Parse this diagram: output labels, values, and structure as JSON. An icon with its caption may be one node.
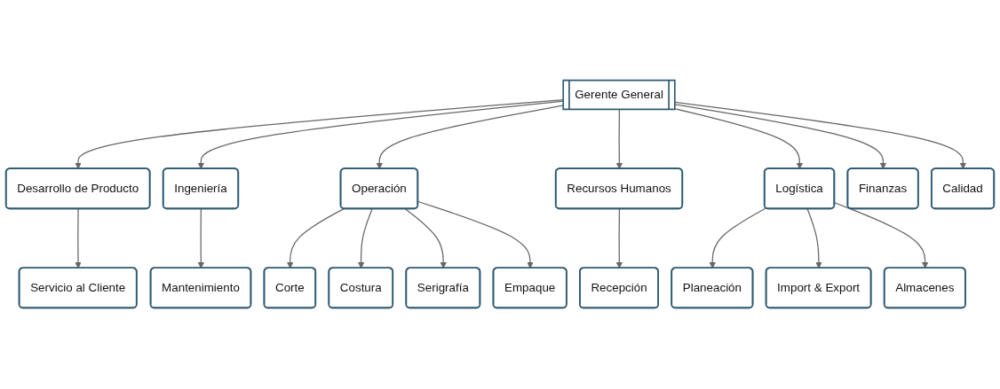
{
  "diagram": {
    "nodes": [
      {
        "text": [
          "Gerente General"
        ]
      },
      {
        "text": [
          "Desarrollo de Producto"
        ]
      },
      {
        "text": [
          "Ingeniería"
        ]
      },
      {
        "text": [
          "Operación"
        ]
      },
      {
        "text": [
          "Recursos Humanos"
        ]
      },
      {
        "text": [
          "Logística"
        ]
      },
      {
        "text": [
          "Finanzas"
        ]
      },
      {
        "text": [
          "Calidad"
        ]
      },
      {
        "text": [
          "Servicio al Cliente"
        ]
      },
      {
        "text": [
          "Mantenimiento"
        ]
      },
      {
        "text": [
          "Corte"
        ]
      },
      {
        "text": [
          "Costura"
        ]
      },
      {
        "text": [
          "Serigrafía"
        ]
      },
      {
        "text": [
          "Empaque"
        ]
      },
      {
        "text": [
          "Recepción"
        ]
      },
      {
        "text": [
          "Planeación"
        ]
      },
      {
        "text": [
          "Import & Export"
        ]
      },
      {
        "text": [
          "Almacenes"
        ]
      }
    ],
    "edges": [
      {
        "from": 0,
        "to": 1,
        "arrow": "to"
      },
      {
        "from": 0,
        "to": 2,
        "arrow": "to"
      },
      {
        "from": 0,
        "to": 3,
        "arrow": "to"
      },
      {
        "from": 0,
        "to": 4,
        "arrow": "to"
      },
      {
        "from": 0,
        "to": 5,
        "arrow": "to"
      },
      {
        "from": 0,
        "to": 6,
        "arrow": "to"
      },
      {
        "from": 0,
        "to": 7,
        "arrow": "to"
      },
      {
        "from": 1,
        "to": 8,
        "arrow": "to"
      },
      {
        "from": 2,
        "to": 9,
        "arrow": "to"
      },
      {
        "from": 3,
        "to": 10,
        "arrow": "to"
      },
      {
        "from": 3,
        "to": 11,
        "arrow": "to"
      },
      {
        "from": 3,
        "to": 12,
        "arrow": "to"
      },
      {
        "from": 3,
        "to": 13,
        "arrow": "to"
      },
      {
        "from": 4,
        "to": 14,
        "arrow": "to"
      },
      {
        "from": 5,
        "to": 15,
        "arrow": "to"
      },
      {
        "from": 5,
        "to": 16,
        "arrow": "to"
      },
      {
        "from": 5,
        "to": 17,
        "arrow": "to"
      }
    ]
  }
}
